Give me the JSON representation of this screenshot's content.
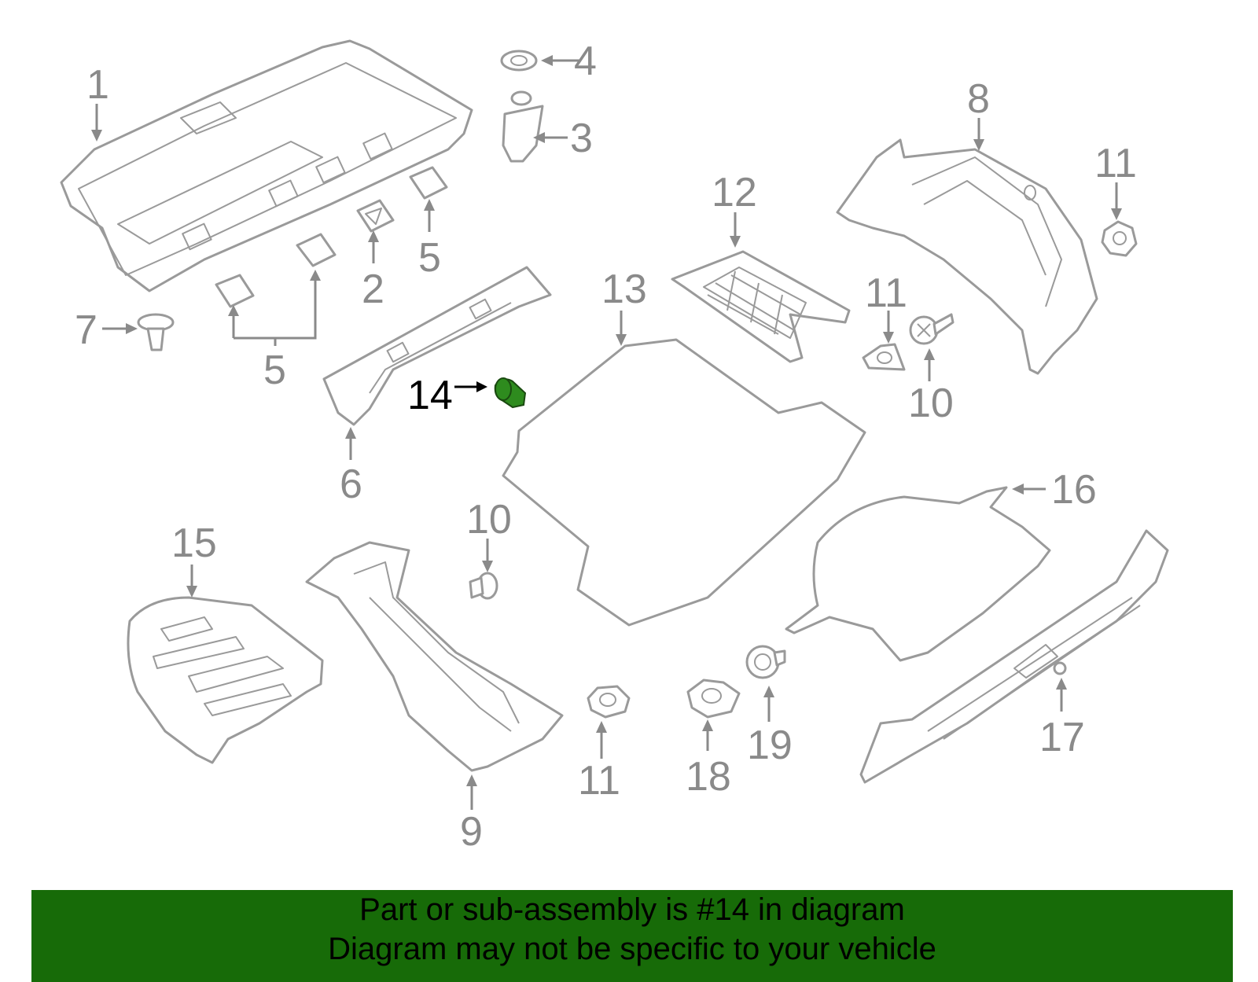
{
  "callouts": {
    "c1": "1",
    "c2": "2",
    "c3": "3",
    "c4": "4",
    "c5a": "5",
    "c5b": "5",
    "c6": "6",
    "c7": "7",
    "c8": "8",
    "c9": "9",
    "c10a": "10",
    "c10b": "10",
    "c11a": "11",
    "c11b": "11",
    "c11c": "11",
    "c12": "12",
    "c13": "13",
    "c14": "14",
    "c15": "15",
    "c16": "16",
    "c17": "17",
    "c18": "18",
    "c19": "19"
  },
  "highlighted_part": "14",
  "colors": {
    "highlight_part": "#2e8b1e",
    "banner_background": "#176b08",
    "line_art": "#9a9a9a"
  },
  "banner": {
    "line1": "Part or sub-assembly is #14 in diagram",
    "line2": "Diagram may not be specific to your vehicle"
  }
}
